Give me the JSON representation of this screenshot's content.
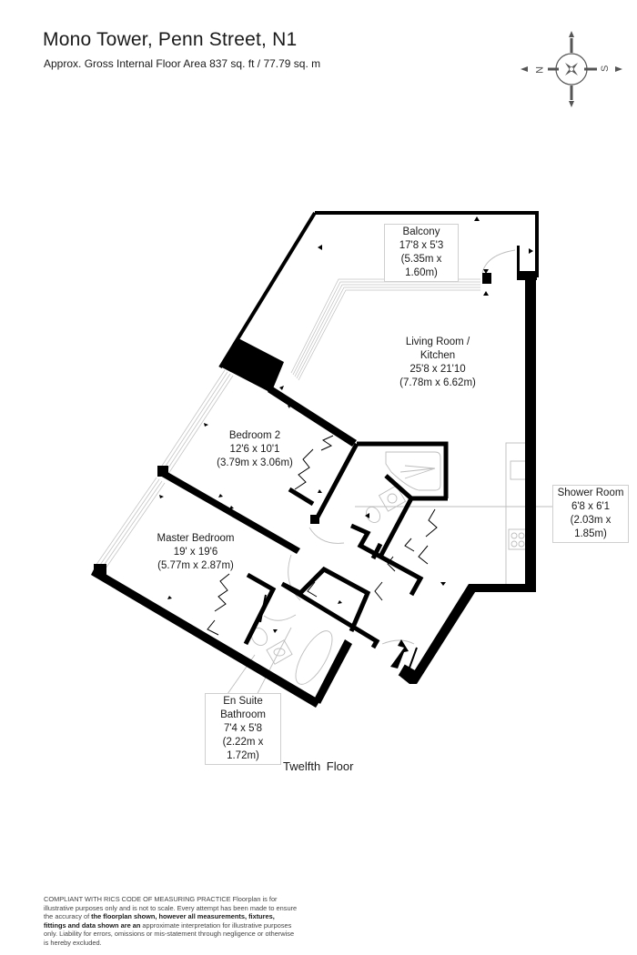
{
  "header": {
    "title": "Mono Tower, Penn Street, N1",
    "subtitle": "Approx. Gross Internal Floor Area 837 sq. ft / 77.79 sq. m"
  },
  "compass": {
    "icon": "compass-rose-icon",
    "left_letter": "N",
    "right_letter": "S"
  },
  "rooms": {
    "balcony": {
      "name": "Balcony",
      "imperial": "17'8 x 5'3",
      "metric": "(5.35m x 1.60m)"
    },
    "living": {
      "name_line1": "Living Room /",
      "name_line2": "Kitchen",
      "imperial": "25'8 x 21'10",
      "metric": "(7.78m x 6.62m)"
    },
    "bedroom2": {
      "name": "Bedroom 2",
      "imperial": "12'6 x 10'1",
      "metric": "(3.79m x 3.06m)"
    },
    "master": {
      "name": "Master Bedroom",
      "imperial": "19' x 19'6",
      "metric": "(5.77m x 2.87m)"
    },
    "shower": {
      "name": "Shower Room",
      "imperial": "6'8 x 6'1",
      "metric": "(2.03m x 1.85m)"
    },
    "ensuite": {
      "name_line1": "En Suite",
      "name_line2": "Bathroom",
      "imperial": "7'4 x 5'8",
      "metric": "(2.22m x 1.72m)"
    }
  },
  "floor_label": "Twelfth  Floor",
  "disclaimer": {
    "part1": "COMPLIANT WITH RICS CODE OF MEASURING PRACTICE  Floorplan is for illustrative purposes only and is not to scale. Every attempt has been made to ensure the accuracy of ",
    "bold": "the floorplan shown, however all measurements, fixtures, fittings and data shown are an",
    "part2": " approximate interpretation for illustrative purposes only. Liability for errors, omissions or mis-statement through negligence or otherwise is hereby excluded."
  },
  "colors": {
    "wall": "#000000",
    "fixture_line": "#bdbdbd",
    "text": "#1a1a1a",
    "compass": "#555555"
  }
}
